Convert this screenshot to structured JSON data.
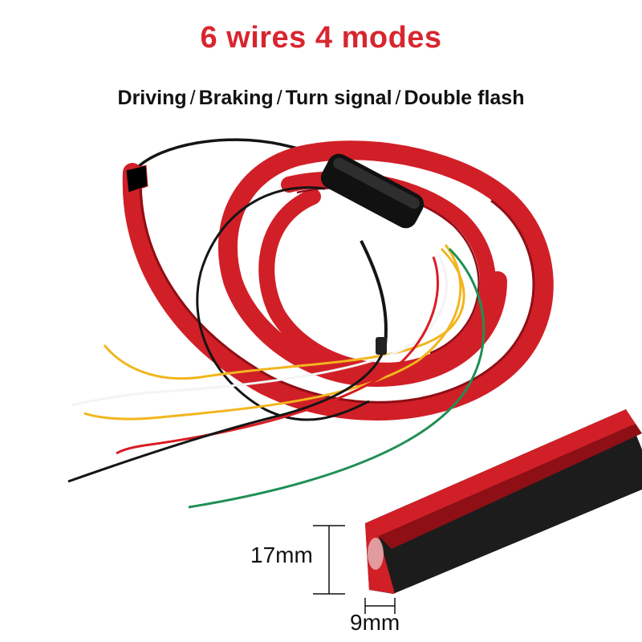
{
  "title": {
    "text": "6 wires  4 modes",
    "color": "#d8262f"
  },
  "subtitle": {
    "modes": [
      "Driving",
      "Braking",
      "Turn signal",
      "Double flash"
    ],
    "separator": "/"
  },
  "dimensions": {
    "height": "17mm",
    "width": "9mm"
  },
  "colors": {
    "strip_red": "#d11f27",
    "strip_dark": "#8e0f15",
    "strip_black": "#1c1c1c",
    "wire_yellow": "#f2b51d",
    "wire_white": "#f4f4f4",
    "wire_red": "#d91c24",
    "wire_green": "#1f8f55",
    "wire_black": "#151515"
  },
  "wires": [
    "black",
    "red",
    "yellow",
    "white",
    "yellow",
    "green"
  ]
}
